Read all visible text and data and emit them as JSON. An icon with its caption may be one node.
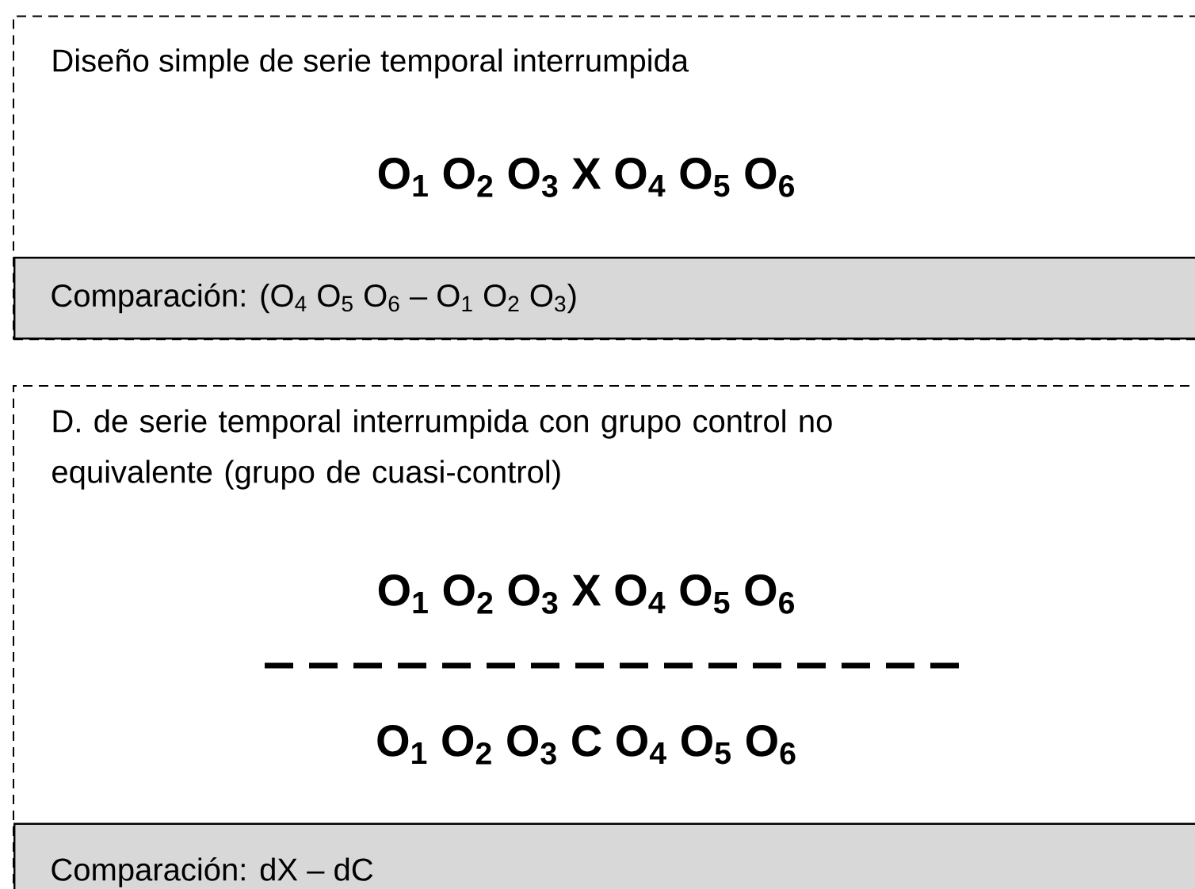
{
  "diagram": {
    "nodes": [
      {
        "text": [
          "Diseño simple de serie temporal interrumpida",
          "O$_{1}$ O$_{2}$ O$_{3}$ X O$_{4}$ O$_{5}$ O$_{6}$"
        ]
      },
      {
        "text": [
          "Comparación: (O$_{4}$ O$_{5}$ O$_{6}$ – O$_{1}$ O$_{2}$ O$_{3}$)"
        ],
        "in": 0
      },
      {
        "text": [
          "D. de serie temporal interrumpida con grupo control no equivalente (grupo de cuasi-control)",
          "O$_{1}$ O$_{2}$ O$_{3}$ X O$_{4}$ O$_{5}$ O$_{6}$",
          "O$_{1}$ O$_{2}$ O$_{3}$ C O$_{4}$ O$_{5}$ O$_{6}$"
        ]
      },
      {
        "text": [
          "Comparación: dX – dC"
        ],
        "in": 2
      }
    ]
  }
}
